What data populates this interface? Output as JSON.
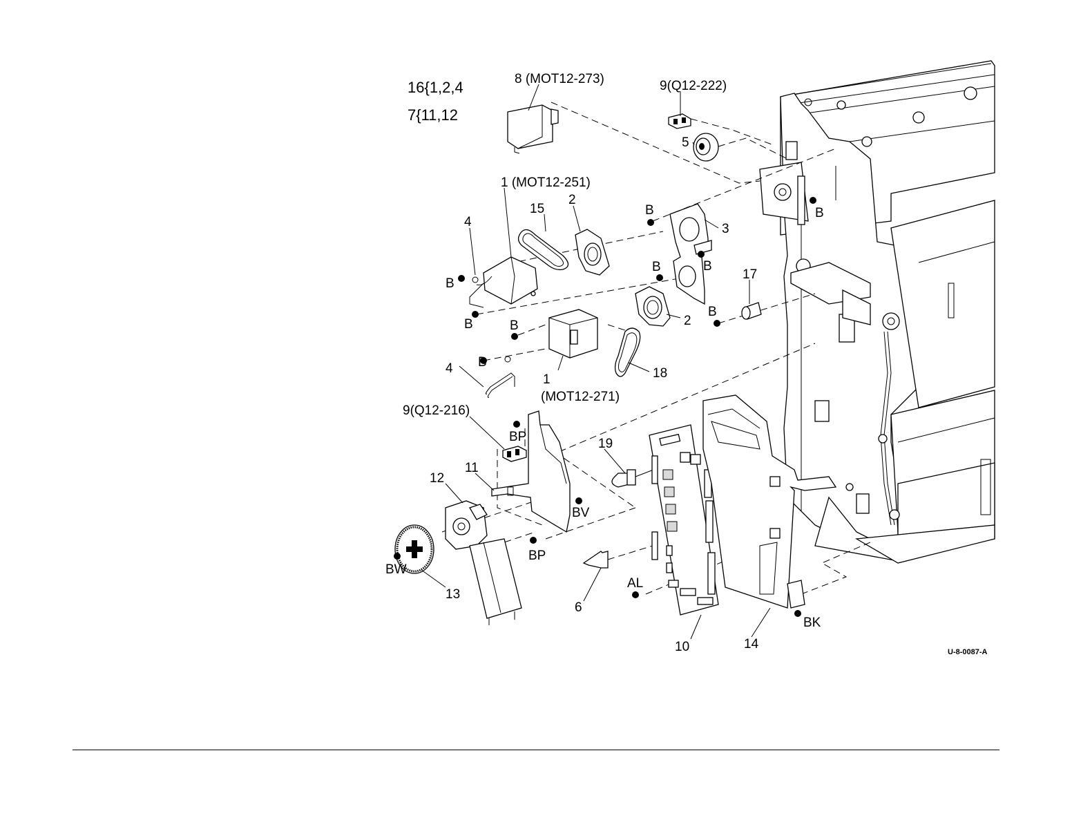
{
  "legend": {
    "line1": "16{1,2,4",
    "line2": "7{11,12"
  },
  "callouts": {
    "c8": "8 (MOT12-273)",
    "c9top": "9(Q12-222)",
    "c5": "5",
    "c1top": "1 (MOT12-251)",
    "c15": "15",
    "c2top": "2",
    "c4top": "4",
    "c3": "3",
    "c17": "17",
    "c2mid": "2",
    "c1mid": "1",
    "c1mid_part": "(MOT12-271)",
    "c18": "18",
    "c4bot": "4",
    "c9bot": "9(Q12-216)",
    "c19": "19",
    "c11": "11",
    "c12": "12",
    "c13": "13",
    "c6": "6",
    "c10": "10",
    "c14": "14"
  },
  "screws": {
    "b": "B",
    "bp": "BP",
    "bv": "BV",
    "bw": "BW",
    "al": "AL",
    "bk": "BK"
  },
  "figure_id": "U-8-0087-A"
}
